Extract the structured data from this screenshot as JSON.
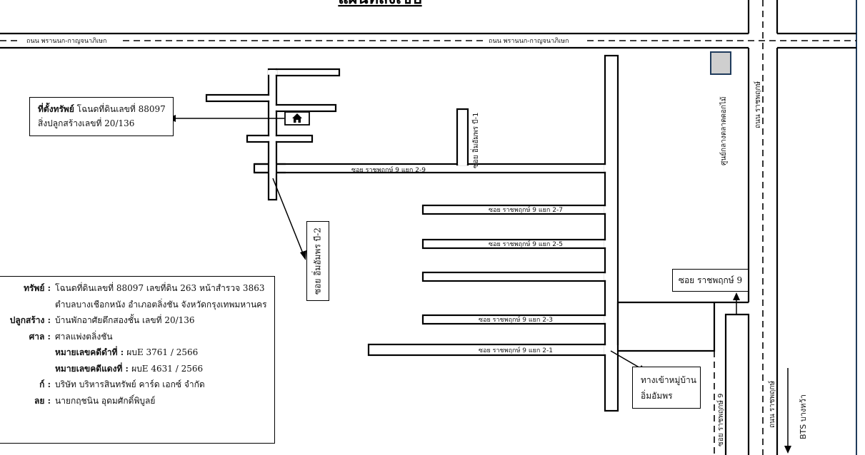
{
  "map": {
    "title": "แผนที่สังเขป",
    "roads": {
      "main_road_left": "ถนน พรานนก-กาญจนาภิเษก",
      "main_road_right": "ถนน พรานนก-กาญจนาภิเษก",
      "ratchaphruek_road_top": "ถนน ราชพฤกษ์",
      "ratchaphruek_road_bottom": "ถนน ราชพฤกษ์",
      "soi_2_9": "ซอย ราชพฤกษ์ 9 แยก 2-9",
      "soi_2_7": "ซอย ราชพฤกษ์ 9 แยก 2-7",
      "soi_2_5": "ซอย ราชพฤกษ์ 9 แยก 2-5",
      "soi_2_3": "ซอย ราชพฤกษ์ 9 แยก 2-3",
      "soi_2_1": "ซอย ราชพฤกษ์ 9 แยก 2-1",
      "soi_9_vertical": "ซอย ราชพฤกษ์ 9",
      "soi_imaemporn_1": "ซอย อิ่มอัมพร บี-1"
    },
    "landmark_market": "ศูนย์กลางตลาดดอกไม้",
    "bts_label": "BTS บางหว้า",
    "property_box": {
      "title": "ที่ตั้งทรัพย์",
      "line1_rest": " โฉนดที่ดินเลขที่ 88097",
      "line2": "สิ่งปลูกสร้างเลขที่ 20/136"
    },
    "soi_b2_box": "ซอย อิ่มอัมพร บี-2",
    "soi9_box": "ซอย ราชพฤกษ์ 9",
    "village_box": {
      "line1": "ทางเข้าหมู่บ้าน",
      "line2": "อิ่มอัมพร"
    },
    "info": {
      "rows": [
        {
          "label": "ทรัพย์ :",
          "value": "โฉนดที่ดินเลขที่ 88097 เลขที่ดิน 263 หน้าสำรวจ 3863"
        },
        {
          "label": "",
          "value": "ตำบลบางเชือกหนัง อำเภอตลิ่งชัน จังหวัดกรุงเทพมหานคร"
        },
        {
          "label": "ปลูกสร้าง :",
          "value": "บ้านพักอาศัยตึกสองชั้น เลขที่ 20/136"
        },
        {
          "label": "ศาล :",
          "value": "ศาลแพ่งตลิ่งชัน"
        },
        {
          "label": "",
          "bold": "หมายเลขคดีดำที่ : ",
          "value": "ผบE 3761 / 2566"
        },
        {
          "label": "",
          "bold": "หมายเลขคดีแดงที่ : ",
          "value": "ผบE 4631 / 2566"
        },
        {
          "label": "ก์ :",
          "value": "บริษัท บริหารสินทรัพย์ คาร์ด เอกซ์ จำกัด"
        },
        {
          "label": "ลย :",
          "value": "นายกฤชนิน อุดมศักดิ์พิบูลย์"
        }
      ]
    }
  }
}
